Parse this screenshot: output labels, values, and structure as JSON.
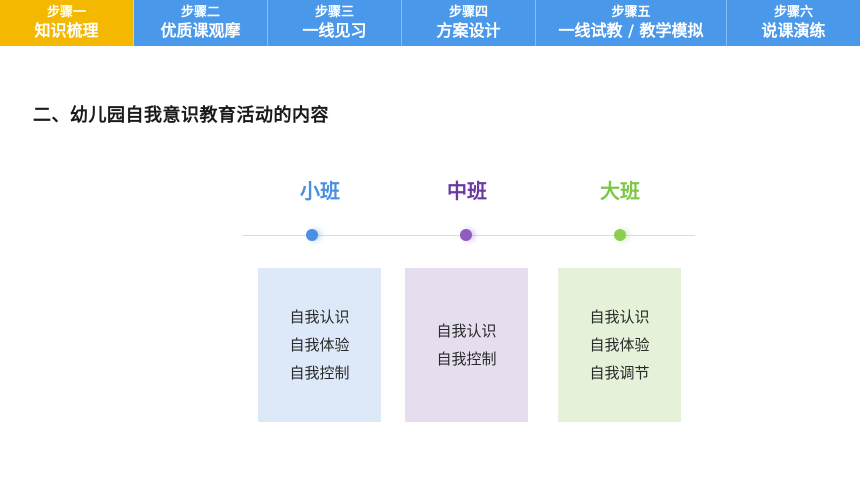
{
  "nav": {
    "steps": [
      {
        "step": "步骤一",
        "name": "知识梳理",
        "active": true
      },
      {
        "step": "步骤二",
        "name": "优质课观摩",
        "active": false
      },
      {
        "step": "步骤三",
        "name": "一线见习",
        "active": false
      },
      {
        "step": "步骤四",
        "name": "方案设计",
        "active": false
      },
      {
        "step": "步骤五",
        "name": "一线试教 / 教学模拟",
        "active": false
      },
      {
        "step": "步骤六",
        "name": "说课演练",
        "active": false
      }
    ],
    "active_color": "#f5b800",
    "bar_color": "#4a98ea"
  },
  "heading": "二、幼儿园自我意识教育活动的内容",
  "classes": [
    {
      "title": "小班",
      "color": "#4a8fe0",
      "items": [
        "自我认识",
        "自我体验",
        "自我控制"
      ]
    },
    {
      "title": "中班",
      "color": "#6a3aa0",
      "items": [
        "自我认识",
        "自我控制"
      ]
    },
    {
      "title": "大班",
      "color": "#7cc843",
      "items": [
        "自我认识",
        "自我体验",
        "自我调节"
      ]
    }
  ]
}
